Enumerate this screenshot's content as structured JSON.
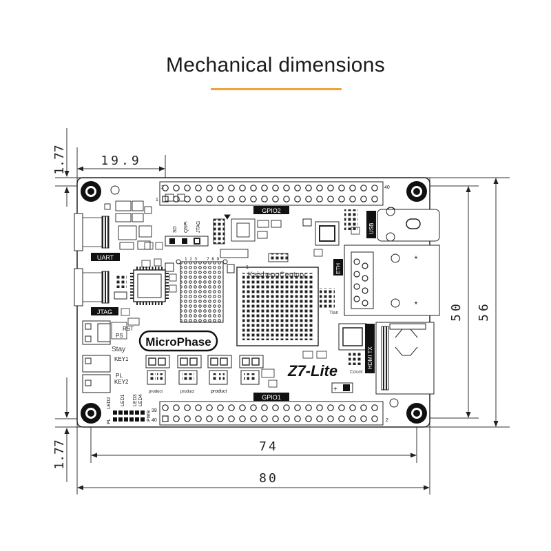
{
  "title": "Mechanical dimensions",
  "accent_color": "#f0a23c",
  "dimensions": {
    "hole_offset_top": "1.77",
    "hole_offset_bottom": "1.77",
    "left_edge_to_header": "19.9",
    "hole_spacing_width": "74",
    "board_width": "80",
    "hole_spacing_height": "50",
    "board_height": "56"
  },
  "board": {
    "brand": "MicroPhase",
    "model": "Z7-Lite",
    "watermark_center": "KaishengCentury",
    "watermark_right": "Tian",
    "watermark_left": "Stay",
    "watermark_low": "Count",
    "labels": {
      "gpio2": "GPIO2",
      "gpio1": "GPIO1",
      "uart": "UART",
      "jtag_port": "JTAG",
      "usb": "USB",
      "eth": "ETH",
      "hdmi": "HDMI TX",
      "pwr": "PWR",
      "rst": "RST",
      "ps": "PS",
      "key1": "KEY1",
      "pl": "PL",
      "key2": "KEY2",
      "led1": "LED1",
      "led2": "LED2",
      "led3": "LED3",
      "led4": "LED4",
      "pl_led": "PL",
      "boot_sd": "SD",
      "boot_qspi": "QSPI",
      "boot_jtag": "JTAG",
      "header_pin_2": "2",
      "header_pin_40": "40",
      "header_pin_1": "1",
      "header_pin_39": "39",
      "proto_cols_a": "1 2 3",
      "proto_cols_b": "7 8 9",
      "chip_pin1": "1",
      "product_1": "product",
      "product_2": "product",
      "product_3": "product"
    }
  }
}
